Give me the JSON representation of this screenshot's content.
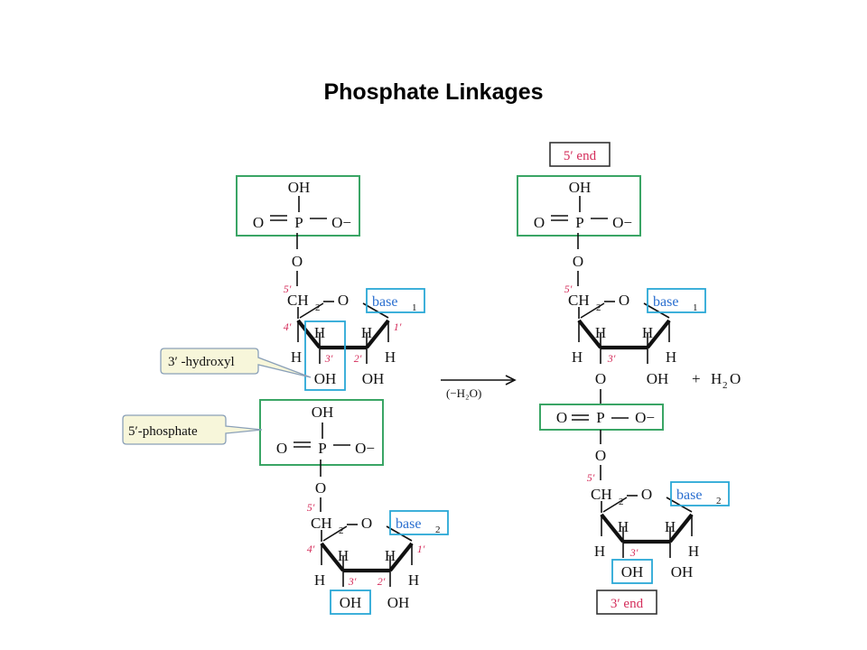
{
  "title": "Phosphate Linkages",
  "atoms": {
    "oh": "OH",
    "o": "O",
    "p": "P",
    "o_minus": "O−",
    "h": "H",
    "ch": "CH",
    "two": "2"
  },
  "primes": {
    "p1": "1′",
    "p2": "2′",
    "p3": "3′",
    "p4": "4′",
    "p5": "5′"
  },
  "bases": {
    "base": "base",
    "sub1": "1",
    "sub2": "2"
  },
  "callouts": {
    "hydroxyl": "3′ -hydroxyl",
    "phosphate": "5′-phosphate"
  },
  "reaction": {
    "condition": "(−H₂O)",
    "plus": "+",
    "water_h": "H",
    "water_sub": "2",
    "water_o": "O"
  },
  "ends": {
    "five": "5′ end",
    "three": "3′ end"
  },
  "colors": {
    "phosphate_box": "#3aa565",
    "base_box": "#29a7d6",
    "prime_label": "#d42c5a",
    "callout_fill": "#f7f6da"
  }
}
